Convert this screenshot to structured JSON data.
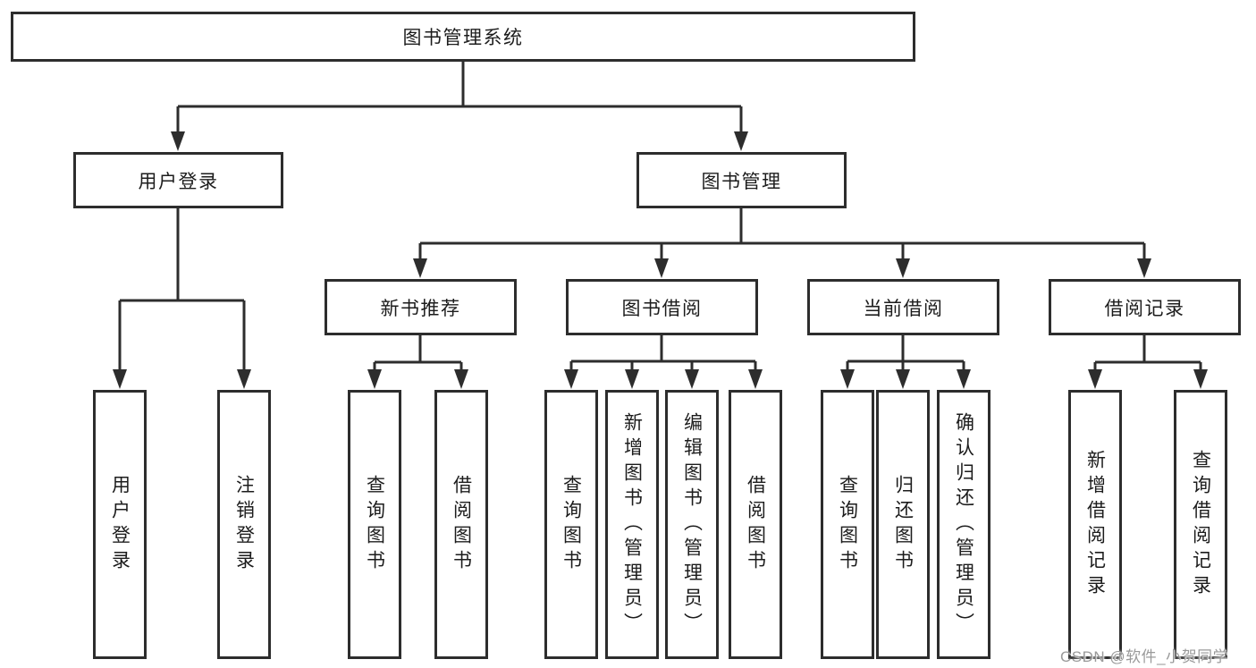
{
  "diagram": {
    "title": "图书管理系统",
    "root": {
      "label": "图书管理系统"
    },
    "level2": [
      {
        "label": "用户登录",
        "children": [
          {
            "label": "用户登录"
          },
          {
            "label": "注销登录"
          }
        ]
      },
      {
        "label": "图书管理",
        "children": [
          {
            "label": "新书推荐",
            "children": [
              {
                "label": "查询图书"
              },
              {
                "label": "借阅图书"
              }
            ]
          },
          {
            "label": "图书借阅",
            "children": [
              {
                "label": "查询图书"
              },
              {
                "label": "新增图书（管理员）"
              },
              {
                "label": "编辑图书（管理员）"
              },
              {
                "label": "借阅图书"
              }
            ]
          },
          {
            "label": "当前借阅",
            "children": [
              {
                "label": "查询图书"
              },
              {
                "label": "归还图书"
              },
              {
                "label": "确认归还（管理员）"
              }
            ]
          },
          {
            "label": "借阅记录",
            "children": [
              {
                "label": "新增借阅记录"
              },
              {
                "label": "查询借阅记录"
              }
            ]
          }
        ]
      }
    ]
  },
  "watermark": {
    "text": "CSDN @软件_小贺同学"
  },
  "colors": {
    "line": "#2d2d2d",
    "border": "#2d2d2d",
    "text": "#1c1c1c",
    "canvas": "#ffffff",
    "watermark": "#9a9a9a"
  }
}
